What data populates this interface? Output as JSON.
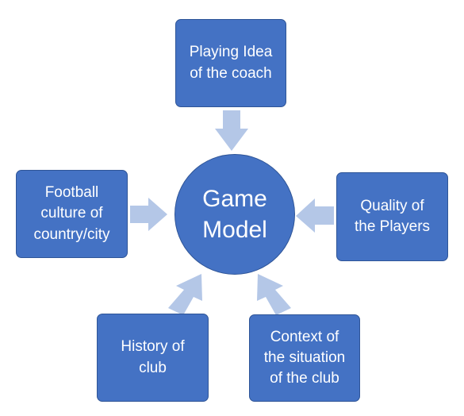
{
  "diagram": {
    "center": {
      "label": "Game\nModel"
    },
    "nodes": {
      "top": {
        "label": "Playing Idea\nof the coach"
      },
      "left": {
        "label": "Football\nculture of\ncountry/city"
      },
      "right": {
        "label": "Quality of\nthe Players"
      },
      "bottom_left": {
        "label": "History of\nclub"
      },
      "bottom_right": {
        "label": "Context of\nthe situation\nof the club"
      }
    },
    "colors": {
      "box_fill": "#4472c4",
      "box_border": "#2f5597",
      "arrow_fill": "#b4c7e7",
      "text": "#ffffff"
    }
  }
}
